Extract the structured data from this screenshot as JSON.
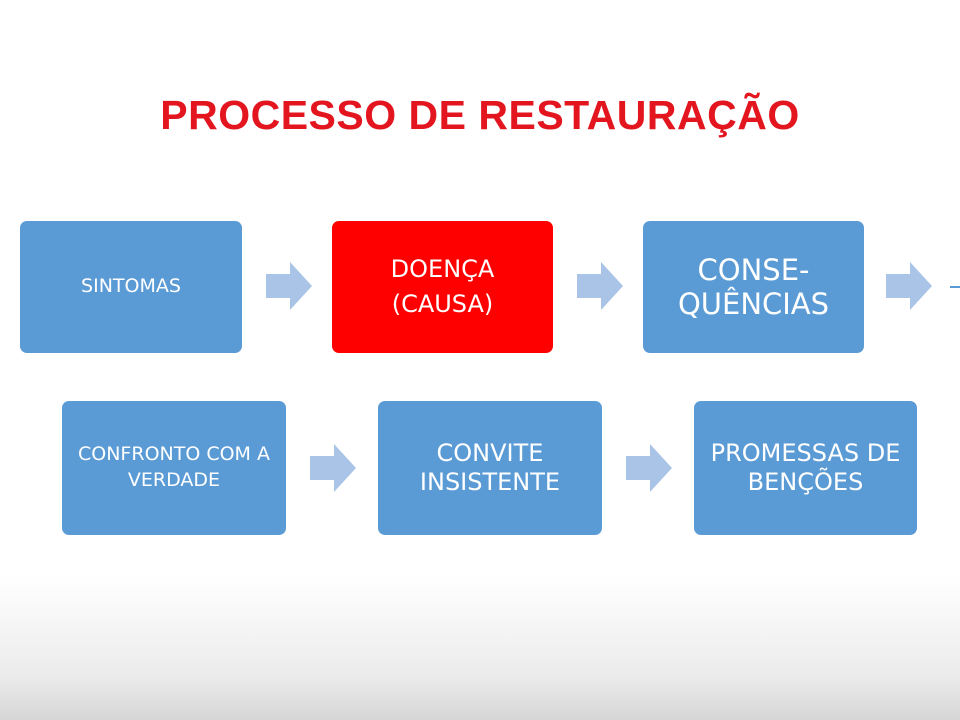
{
  "title": "PROCESSO DE RESTAURAÇÃO",
  "steps": [
    {
      "label": "SINTOMAS"
    },
    {
      "line1": "DOENÇA",
      "line2": "(CAUSA)"
    },
    {
      "label": "CONSE- QUÊNCIAS"
    },
    {
      "label": "CONFRONTO COM A VERDADE"
    },
    {
      "label": "CONVITE INSISTENTE"
    },
    {
      "label": "PROMESSAS DE BENÇÕES"
    }
  ],
  "colors": {
    "title": "#e3161f",
    "box": "#5b9bd5",
    "highlight_box": "#ff0000",
    "arrow": "#a9c4e6"
  },
  "icons": {
    "connector": "right-arrow-icon"
  }
}
